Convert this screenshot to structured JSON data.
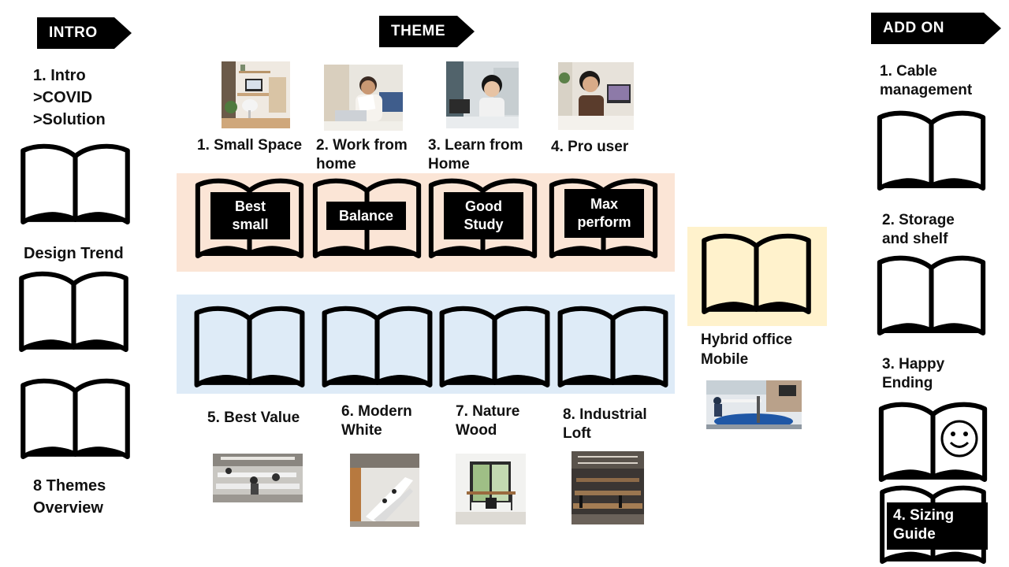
{
  "banners": {
    "intro": "INTRO",
    "theme": "THEME",
    "addon": "ADD ON"
  },
  "intro": {
    "item1": "1. Intro\n>COVID\n>Solution",
    "item2": "Design Trend",
    "item3": "8 Themes\nOverview"
  },
  "themes_top": [
    {
      "label": "1. Small Space",
      "tag": "Best\nsmall"
    },
    {
      "label": "2. Work from\nhome",
      "tag": "Balance"
    },
    {
      "label": "3. Learn from\nHome",
      "tag": "Good\nStudy"
    },
    {
      "label": "4. Pro user",
      "tag": "Max\nperform"
    }
  ],
  "themes_bottom": [
    {
      "label": "5. Best Value"
    },
    {
      "label": "6. Modern\nWhite"
    },
    {
      "label": "7. Nature\nWood"
    },
    {
      "label": "8. Industrial\nLoft"
    }
  ],
  "hybrid": {
    "label": "Hybrid office\nMobile"
  },
  "addon": {
    "item1": "1. Cable\nmanagement",
    "item2": "2. Storage\nand shelf",
    "item3": "3. Happy\nEnding",
    "item4": "4. Sizing\nGuide"
  },
  "colors": {
    "band_top": "#fbe5d6",
    "band_bottom": "#deebf7",
    "hybrid_bg": "#fff2cc",
    "banner": "#000000"
  }
}
